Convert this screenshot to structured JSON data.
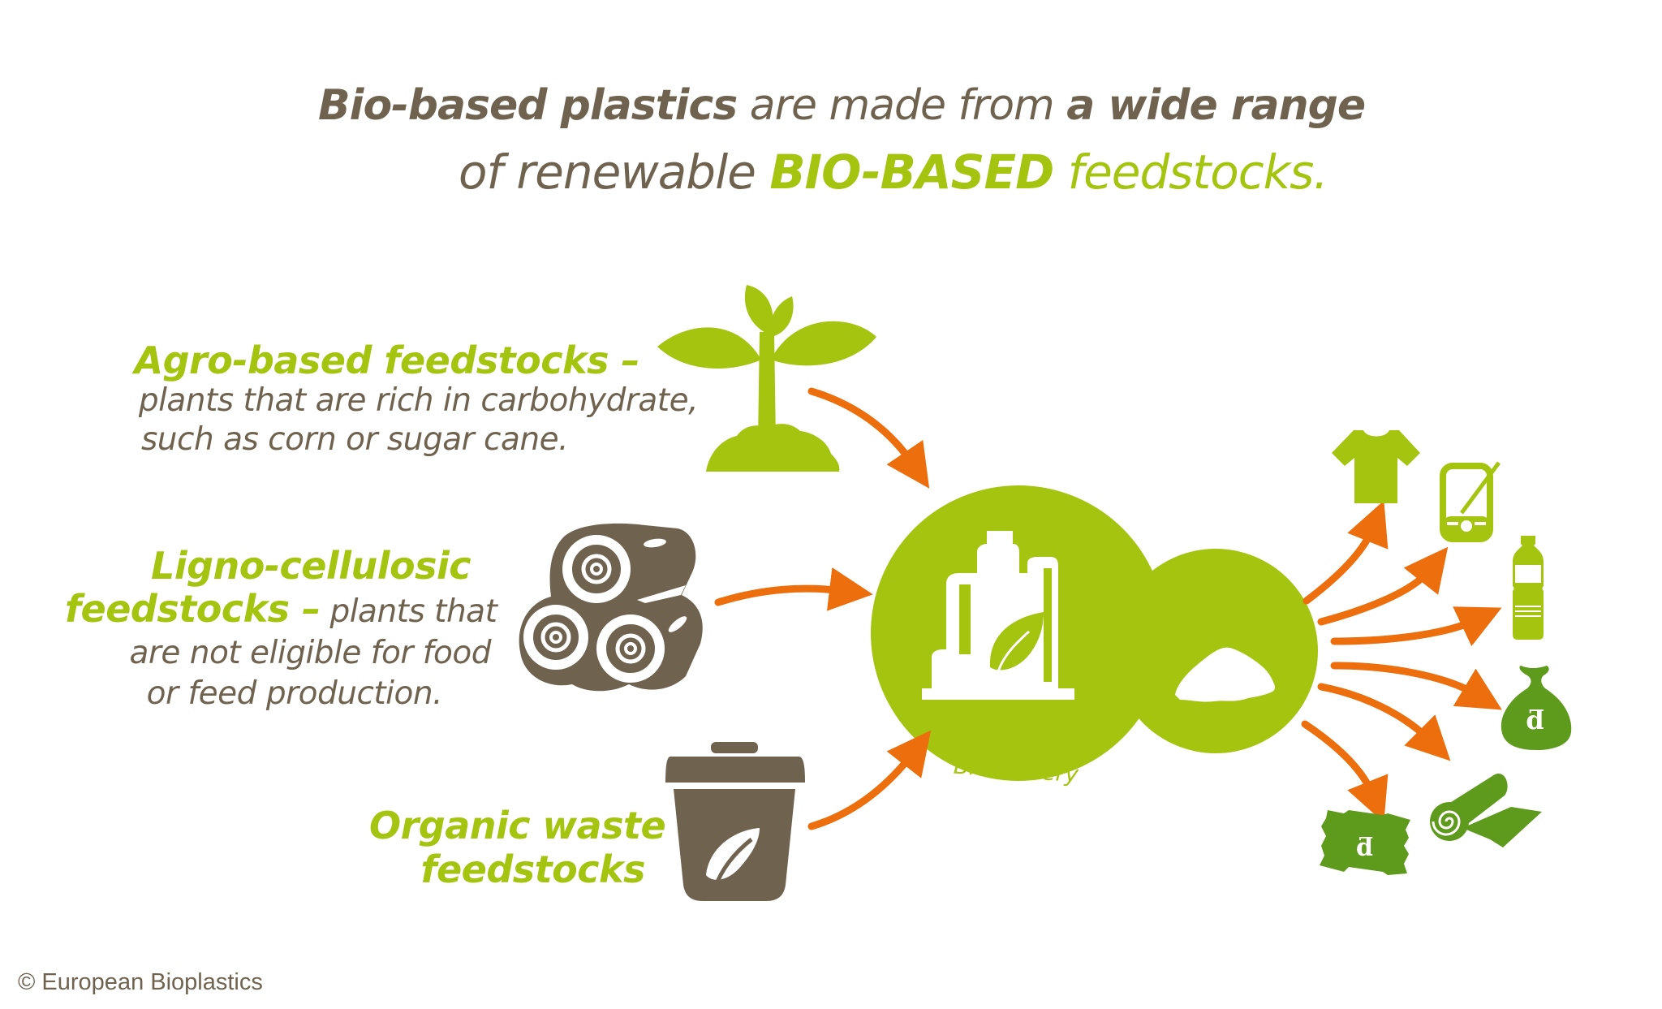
{
  "title": {
    "line1": {
      "part1_bold": "Bio-based plastics",
      "part2": " are made from ",
      "part3_bold": "a wide range"
    },
    "line2": {
      "part1": "of renewable ",
      "part2_green_bold": "BIO-BASED",
      "part3_green": " feedstocks."
    }
  },
  "feedstocks": [
    {
      "id": "agro",
      "heading": "Agro-based feedstocks –",
      "description_lines": [
        "plants that are rich in carbohydrate,",
        "such as corn or sugar cane."
      ],
      "icon": "sprout-icon"
    },
    {
      "id": "ligno",
      "heading_line1": "Ligno-cellulosic",
      "heading_line2": "feedstocks –",
      "description_lines": [
        " plants that",
        "are not eligible for food",
        "or feed production."
      ],
      "icon": "logs-icon"
    },
    {
      "id": "organic",
      "heading_lines": [
        "Organic waste",
        "feedstocks"
      ],
      "icon": "compost-bin-icon"
    }
  ],
  "center": {
    "label": "Biorefinery",
    "icons": [
      "factory-leaf-icon",
      "powder-pile-icon"
    ]
  },
  "products": [
    {
      "name": "textiles",
      "icon": "t-shirt-icon"
    },
    {
      "name": "electronics",
      "icon": "pda-stylus-icon"
    },
    {
      "name": "bottles",
      "icon": "bottle-icon"
    },
    {
      "name": "compostable bags",
      "icon": "bag-icon"
    },
    {
      "name": "films",
      "icon": "film-roll-icon"
    },
    {
      "name": "packaging",
      "icon": "wrapper-icon"
    }
  ],
  "colors": {
    "green": "#a4c40f",
    "dark_green": "#5e9a1c",
    "brown": "#6f6350",
    "orange": "#ec6e0d",
    "background": "#ffffff"
  },
  "footer": {
    "copyright": "© European Bioplastics"
  }
}
